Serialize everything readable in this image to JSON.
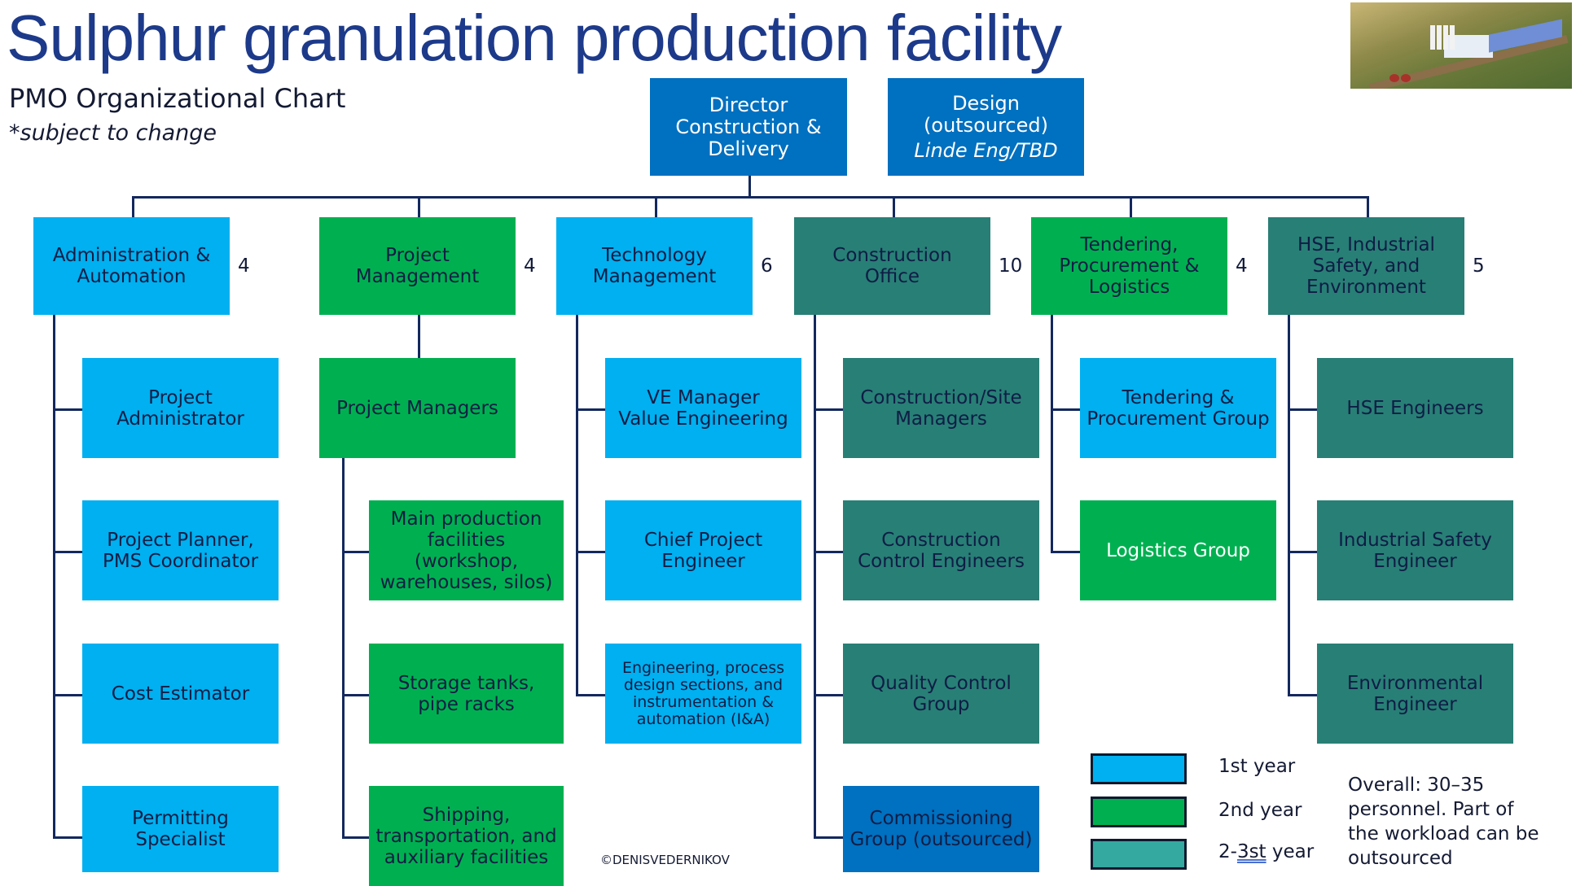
{
  "header": {
    "title": "Sulphur granulation production facility",
    "subtitle": "PMO Organizational Chart",
    "note": "*subject to change"
  },
  "top_nodes": {
    "director": "Director\nConstruction &\nDelivery",
    "design_title": "Design\n(outsourced)",
    "design_vendor": "Linde Eng/TBD"
  },
  "colors": {
    "year1": "#00b0f0",
    "year2": "#00b050",
    "year2_3": "#287f76",
    "outsourced": "#0070c0",
    "connector": "#13285e",
    "title": "#1d3a8a"
  },
  "departments": [
    {
      "label": "Administration &\nAutomation",
      "count": "4",
      "phase": "year1",
      "children": [
        {
          "label": "Project\nAdministrator",
          "phase": "year1"
        },
        {
          "label": "Project Planner,\nPMS Coordinator",
          "phase": "year1"
        },
        {
          "label": "Cost Estimator",
          "phase": "year1"
        },
        {
          "label": "Permitting\nSpecialist",
          "phase": "year1"
        }
      ]
    },
    {
      "label": "Project\nManagement",
      "count": "4",
      "phase": "year2",
      "children": [
        {
          "label": "Project Managers",
          "phase": "year2"
        }
      ],
      "grandchildren": [
        {
          "label": "Main production\nfacilities\n(workshop,\nwarehouses, silos)",
          "phase": "year2"
        },
        {
          "label": "Storage tanks,\npipe racks",
          "phase": "year2"
        },
        {
          "label": "Shipping,\ntransportation, and\nauxiliary facilities",
          "phase": "year2"
        }
      ]
    },
    {
      "label": "Technology\nManagement",
      "count": "6",
      "phase": "year1",
      "children": [
        {
          "label": "VE Manager\nValue Engineering",
          "phase": "year1"
        },
        {
          "label": "Chief Project\nEngineer",
          "phase": "year1"
        },
        {
          "label": "Engineering, process\ndesign sections, and\ninstrumentation &\nautomation (I&A)",
          "phase": "year1"
        }
      ]
    },
    {
      "label": "Construction\nOffice",
      "count": "10",
      "phase": "year2_3",
      "children": [
        {
          "label": "Construction/Site\nManagers",
          "phase": "year2_3"
        },
        {
          "label": "Construction\nControl Engineers",
          "phase": "year2_3"
        },
        {
          "label": "Quality Control\nGroup",
          "phase": "year2_3"
        },
        {
          "label": "Commissioning\nGroup (outsourced)",
          "phase": "outsourced"
        }
      ]
    },
    {
      "label": "Tendering,\nProcurement &\nLogistics",
      "count": "4",
      "phase": "year2",
      "children": [
        {
          "label": "Tendering &\nProcurement Group",
          "phase": "year1"
        },
        {
          "label": "Logistics Group",
          "phase": "year2"
        }
      ]
    },
    {
      "label": "HSE, Industrial\nSafety, and\nEnvironment",
      "count": "5",
      "phase": "year2_3",
      "children": [
        {
          "label": "HSE Engineers",
          "phase": "year2_3"
        },
        {
          "label": "Industrial Safety\nEngineer",
          "phase": "year2_3"
        },
        {
          "label": "Environmental\nEngineer",
          "phase": "year2_3"
        }
      ]
    }
  ],
  "legend": [
    {
      "label_pre": "1st year",
      "label_ul": "",
      "label_post": "",
      "color": "#00b0f0"
    },
    {
      "label_pre": "2nd year",
      "label_ul": "",
      "label_post": "",
      "color": "#00b050"
    },
    {
      "label_pre": "2-",
      "label_ul": "3st",
      "label_post": " year",
      "color": "#34a99f"
    }
  ],
  "summary": "Overall: 30–35 personnel. Part of the workload can be outsourced",
  "copyright": "©DENISVEDERNIKOV",
  "photo": {
    "alt": "facility-rendering-thumbnail"
  }
}
